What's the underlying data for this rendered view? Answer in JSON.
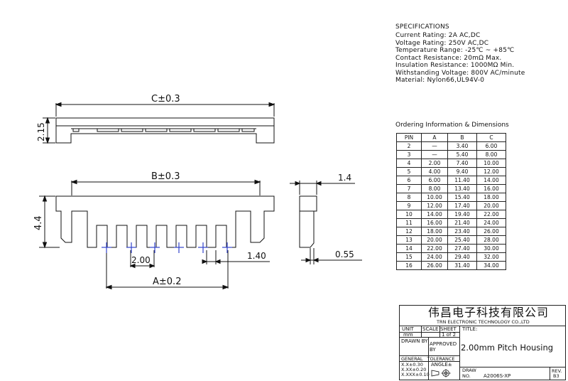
{
  "dimensions": {
    "c_label": "C±0.3",
    "h_215": "2.15",
    "b_label": "B±0.3",
    "h_44": "4.4",
    "pitch": "2.00",
    "a_label": "A±0.2",
    "w_140": "1.40",
    "w_14": "1.4",
    "w_055": "0.55"
  },
  "specifications": {
    "title": "SPECIFICATIONS",
    "lines": [
      "Current Rating: 2A AC,DC",
      "Voltage Rating: 250V AC,DC",
      "Temperature Range: -25℃ ~ +85℃",
      "Contact Resistance: 20mΩ Max.",
      "Insulation Resistance: 1000MΩ Min.",
      "Withstanding Voltage: 800V AC/minute",
      "Material: Nylon66,UL94V-0"
    ]
  },
  "ordering": {
    "title": "Ordering Information & Dimensions",
    "headers": [
      "PIN",
      "A",
      "B",
      "C"
    ],
    "rows": [
      [
        "2",
        "—",
        "3.40",
        "6.00"
      ],
      [
        "3",
        "—",
        "5.40",
        "8.00"
      ],
      [
        "4",
        "2.00",
        "7.40",
        "10.00"
      ],
      [
        "5",
        "4.00",
        "9.40",
        "12.00"
      ],
      [
        "6",
        "6.00",
        "11.40",
        "14.00"
      ],
      [
        "7",
        "8.00",
        "13.40",
        "16.00"
      ],
      [
        "8",
        "10.00",
        "15.40",
        "18.00"
      ],
      [
        "9",
        "12.00",
        "17.40",
        "20.00"
      ],
      [
        "10",
        "14.00",
        "19.40",
        "22.00"
      ],
      [
        "11",
        "16.00",
        "21.40",
        "24.00"
      ],
      [
        "12",
        "18.00",
        "23.40",
        "26.00"
      ],
      [
        "13",
        "20.00",
        "25.40",
        "28.00"
      ],
      [
        "14",
        "22.00",
        "27.40",
        "30.00"
      ],
      [
        "15",
        "24.00",
        "29.40",
        "32.00"
      ],
      [
        "16",
        "26.00",
        "31.40",
        "34.00"
      ]
    ]
  },
  "title_block": {
    "company_cn": "伟昌电子科技有限公司",
    "company_en": "TRN ELECTRONIC TECHNOLOGY CO.,LTD",
    "unit_label": "UNIT",
    "unit_value": "mm",
    "scale_label": "SCALE",
    "sheet_label": "SHEET",
    "sheet_value": "1 of 2",
    "title_label": "TITLE:",
    "title_value": "2.00mm Pitch Housing",
    "drawn_by": "DRAWN BY",
    "approved_by": "APPROVED BY",
    "general_tolerance": "GENERAL TOLERANCE",
    "tol_1": "X.X±0.30",
    "tol_2": "X.XX±0.20",
    "tol_3": "X.XXX±0.10",
    "angle": "ANGLE±",
    "draw_no_label": "DRAW NO.",
    "draw_no_value": "A2006S-XP",
    "rev_label": "REV.",
    "rev_value": "B3"
  },
  "colors": {
    "line": "#111111",
    "pin_marker": "#3344cc"
  }
}
